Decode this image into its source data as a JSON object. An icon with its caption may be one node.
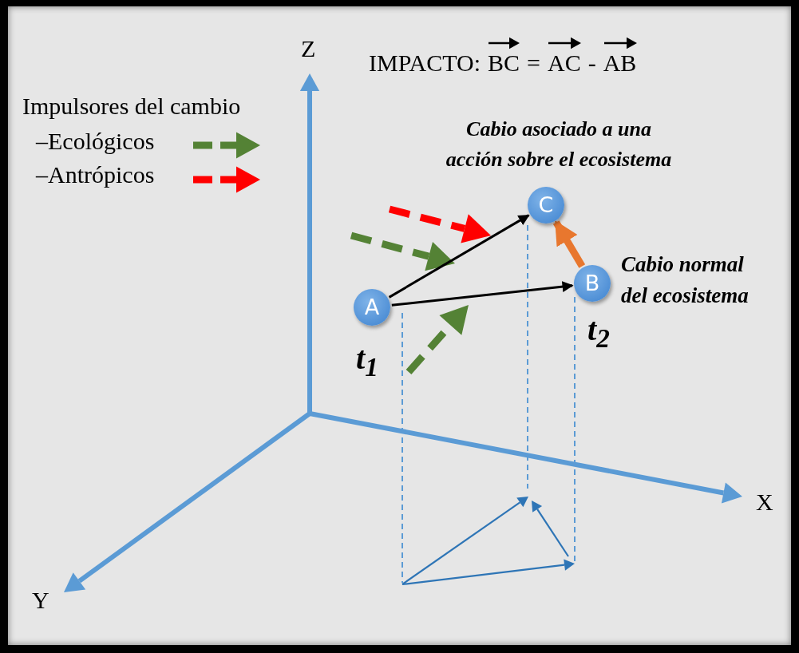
{
  "diagram": {
    "nodes": [
      {
        "text": [
          "A"
        ],
        "beside": [
          "t$_{1}$"
        ]
      },
      {
        "text": [
          "B"
        ],
        "beside": [
          "Cabio normal del ecosistema",
          "t$_{2}$"
        ]
      },
      {
        "text": [
          "C"
        ],
        "beside": [
          "Cabio asociado a una acción sobre el ecosistema"
        ]
      }
    ],
    "edges": [
      {
        "from": 0,
        "to": 2,
        "arrow": "to"
      },
      {
        "from": 0,
        "to": 1,
        "arrow": "to"
      },
      {
        "from": 1,
        "to": 2,
        "arrow": "to",
        "style": "thick",
        "color": "#e8772e"
      }
    ],
    "labels": [
      "Z",
      "IMPACTO:",
      "BC",
      "=",
      "AC",
      "-",
      "AB",
      "Impulsores del cambio",
      "X",
      "Y"
    ],
    "legend": [
      {
        "text": "–Ecológicos"
      },
      {
        "text": "–Antrópicos"
      }
    ]
  }
}
